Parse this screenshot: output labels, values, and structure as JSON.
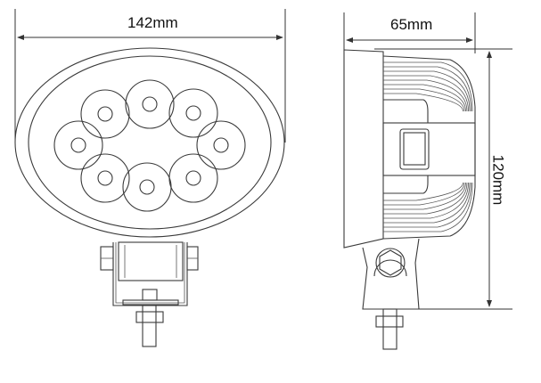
{
  "dimensions": {
    "width_label": "142mm",
    "depth_label": "65mm",
    "height_label": "120mm"
  },
  "led_count": 8,
  "line_color": "#3a3a3a"
}
